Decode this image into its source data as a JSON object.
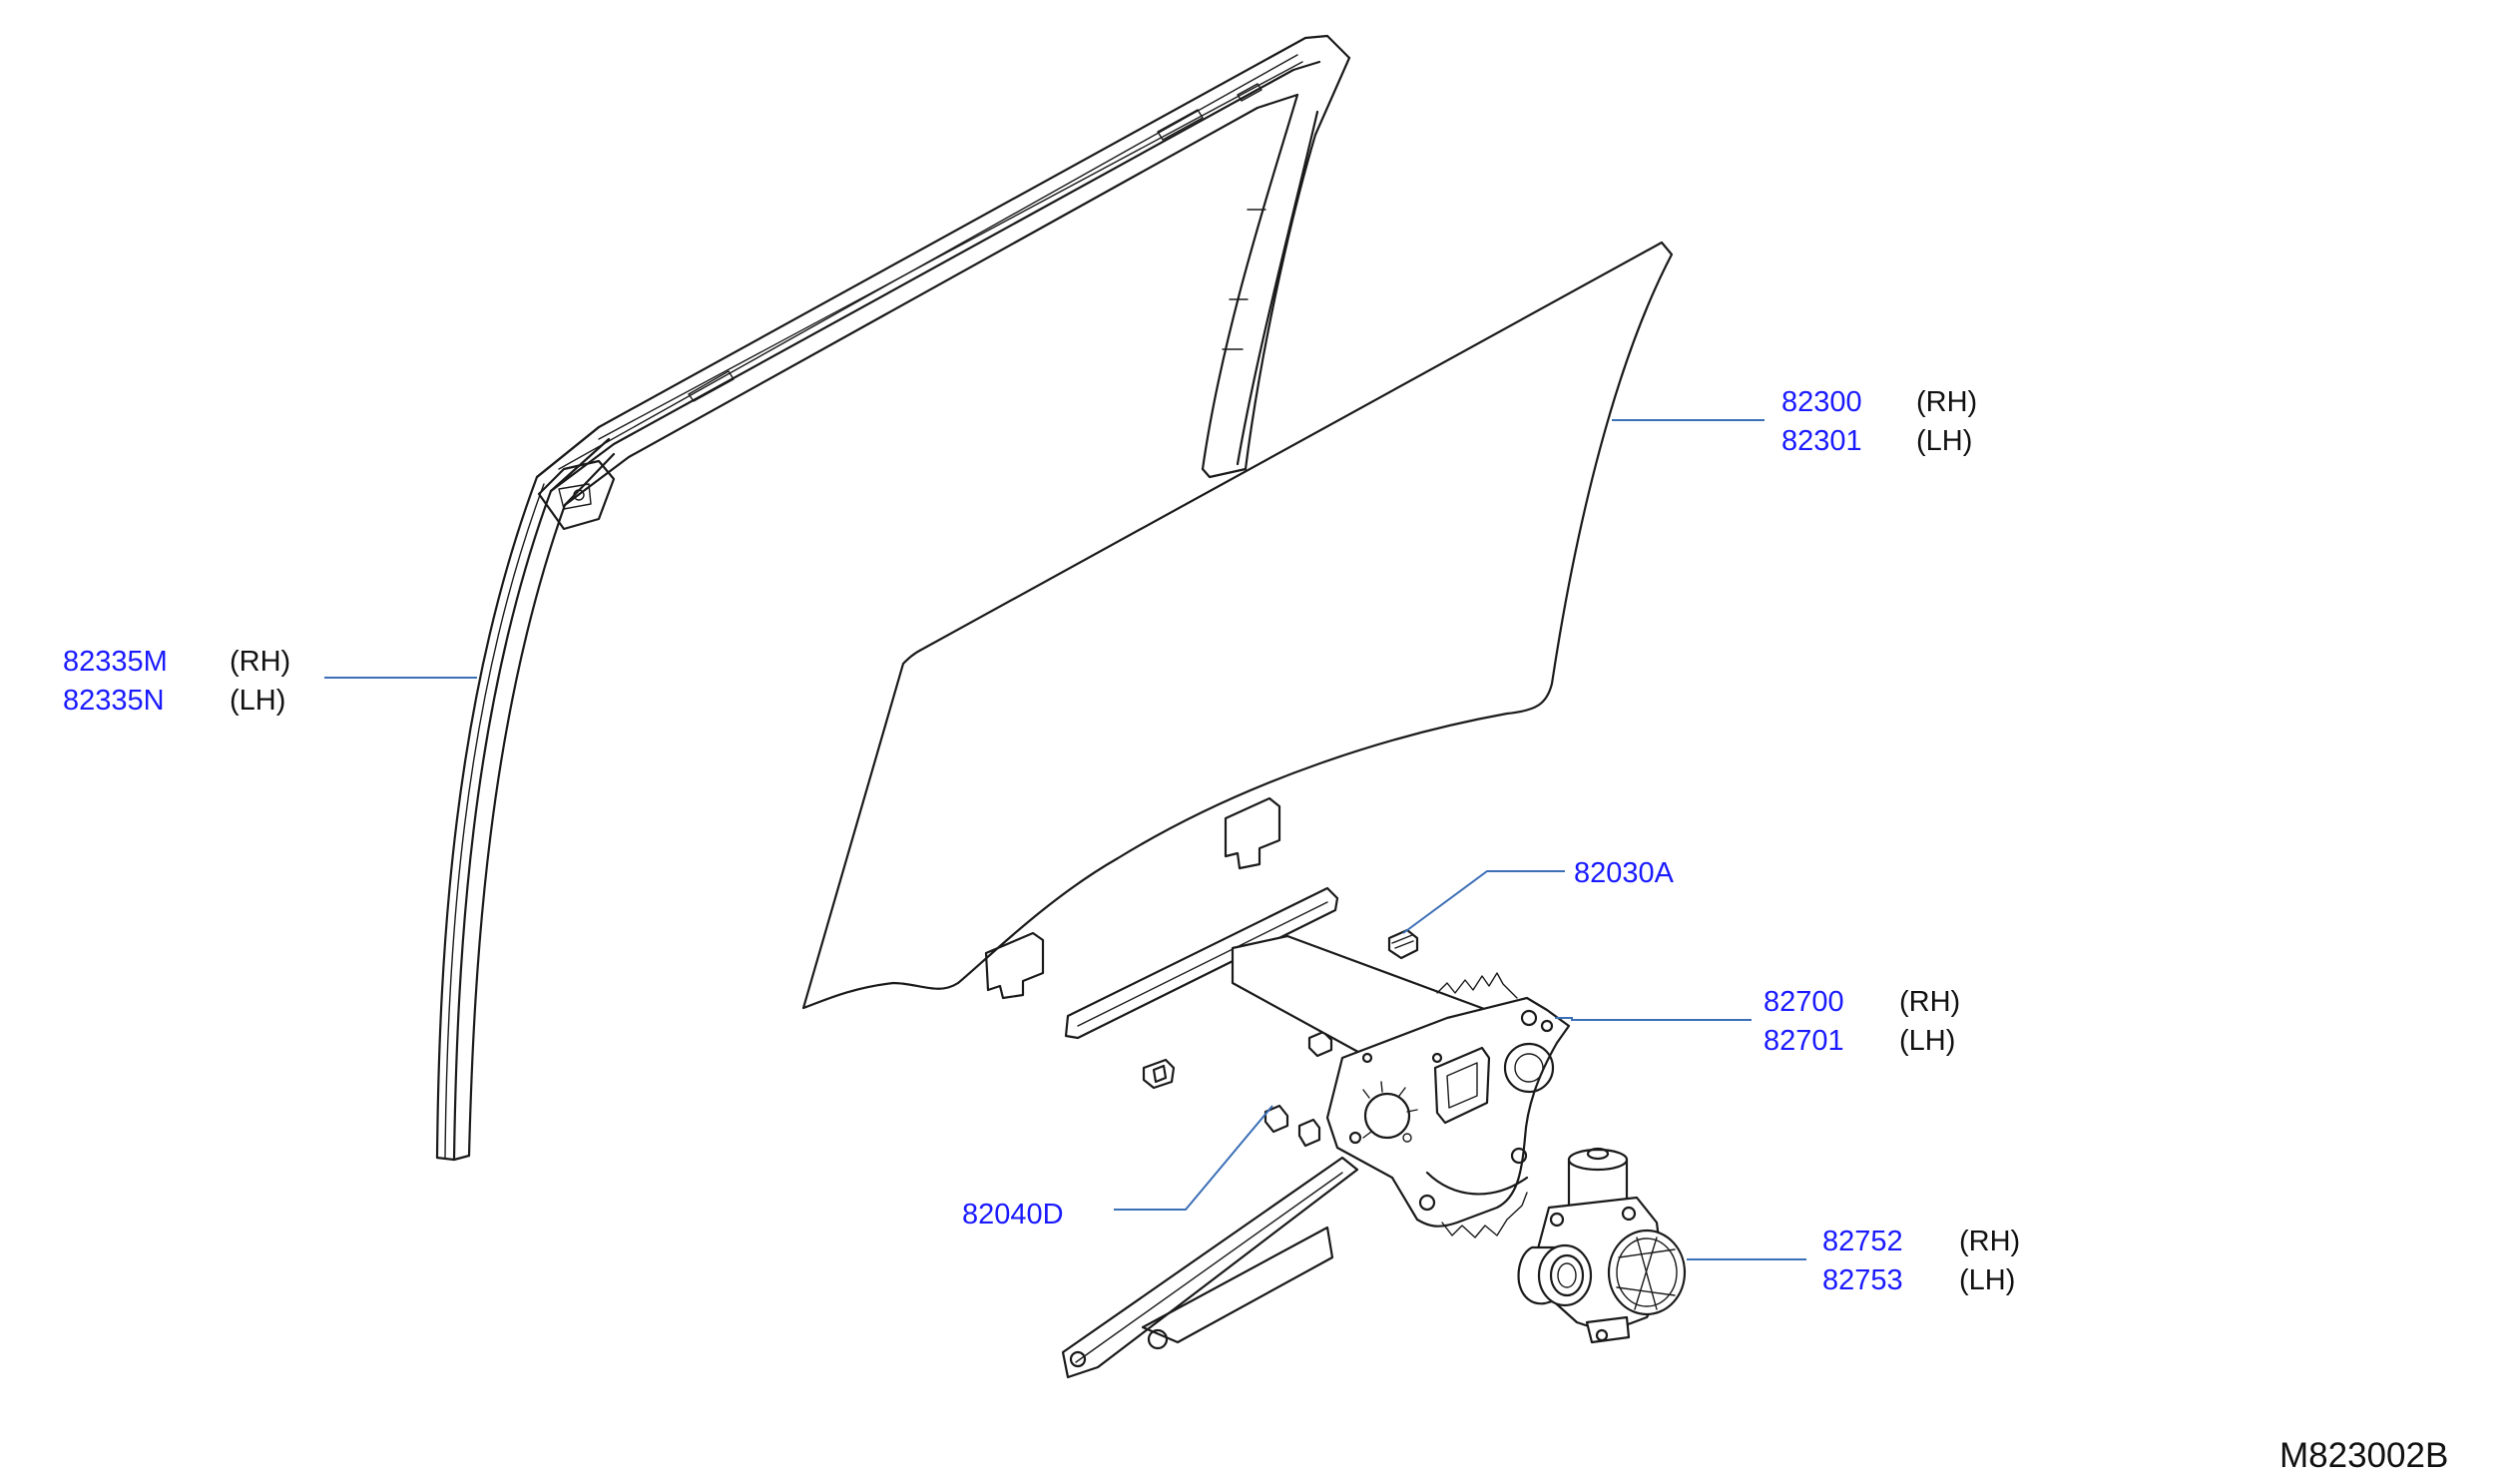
{
  "callouts": [
    {
      "id": "sash",
      "parts": [
        {
          "no": "82335M",
          "side": "(RH)"
        },
        {
          "no": "82335N",
          "side": "(LH)"
        }
      ]
    },
    {
      "id": "glass",
      "parts": [
        {
          "no": "82300",
          "side": "(RH)"
        },
        {
          "no": "82301",
          "side": "(LH)"
        }
      ]
    },
    {
      "id": "nut",
      "parts": [
        {
          "no": "82030A"
        }
      ]
    },
    {
      "id": "regulator",
      "parts": [
        {
          "no": "82700",
          "side": "(RH)"
        },
        {
          "no": "82701",
          "side": "(LH)"
        }
      ]
    },
    {
      "id": "bolt",
      "parts": [
        {
          "no": "82040D"
        }
      ]
    },
    {
      "id": "motor",
      "parts": [
        {
          "no": "82752",
          "side": "(RH)"
        },
        {
          "no": "82753",
          "side": "(LH)"
        }
      ]
    }
  ],
  "diagram_code": "M823002B"
}
